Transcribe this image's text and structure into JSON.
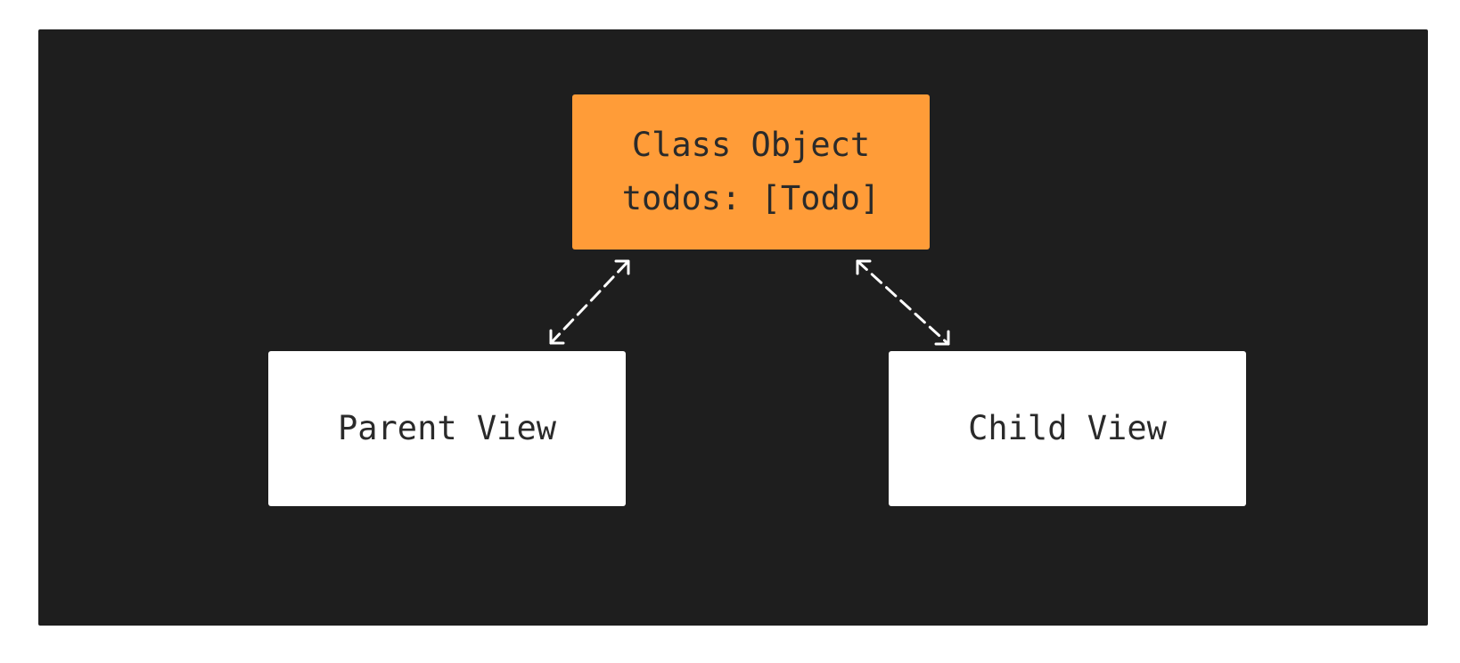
{
  "diagram": {
    "background_color": "#1e1e1e",
    "nodes": [
      {
        "id": "class-object",
        "lines": [
          "Class Object",
          "todos: [Todo]"
        ],
        "fill": "#ff9c38"
      },
      {
        "id": "parent-view",
        "lines": [
          "Parent View"
        ],
        "fill": "#ffffff"
      },
      {
        "id": "child-view",
        "lines": [
          "Child View"
        ],
        "fill": "#ffffff"
      }
    ],
    "edges": [
      {
        "from": "parent-view",
        "to": "class-object",
        "style": "dashed",
        "direction": "bidirectional"
      },
      {
        "from": "child-view",
        "to": "class-object",
        "style": "dashed",
        "direction": "bidirectional"
      }
    ]
  }
}
